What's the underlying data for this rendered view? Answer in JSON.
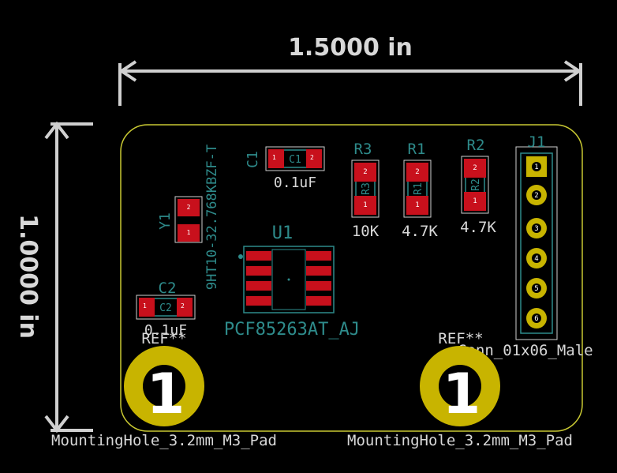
{
  "dimensions": {
    "width_label": "1.5000 in",
    "height_label": "1.0000 in"
  },
  "components": {
    "c1": {
      "ref": "C1",
      "value": "0.1uF",
      "fab": "C1",
      "pin1": "1",
      "pin2": "2"
    },
    "c2": {
      "ref": "C2",
      "value": "0.1uF",
      "fab": "C2",
      "pin1": "1",
      "pin2": "2"
    },
    "r1": {
      "ref": "R1",
      "value": "4.7K",
      "fab": "R1",
      "pin1": "1",
      "pin2": "2"
    },
    "r2": {
      "ref": "R2",
      "value": "4.7K",
      "fab": "R2",
      "pin1": "1",
      "pin2": "2"
    },
    "r3": {
      "ref": "R3",
      "value": "10K",
      "fab": "R3",
      "pin1": "1",
      "pin2": "2"
    },
    "y1": {
      "ref": "Y1",
      "value": "9HT10-32.768KBZF-T",
      "pin1": "1",
      "pin2": "2"
    },
    "u1": {
      "ref": "U1",
      "value": "PCF85263AT_AJ"
    },
    "j1": {
      "ref": "J1",
      "value": "Conn_01x06_Male",
      "pins": [
        "1",
        "2",
        "3",
        "4",
        "5",
        "6"
      ]
    },
    "h1": {
      "ref": "REF**",
      "value": "MountingHole_3.2mm_M3_Pad",
      "pad": "1"
    },
    "h2": {
      "ref": "REF**",
      "value": "MountingHole_3.2mm_M3_Pad",
      "pad": "1"
    }
  },
  "colors": {
    "background": "#000000",
    "board_edge": "#c8c832",
    "pad_red": "#c8101c",
    "pad_gold": "#c8b400",
    "silkscreen": "#d8d8d8",
    "fab": "#2e8b8b"
  }
}
